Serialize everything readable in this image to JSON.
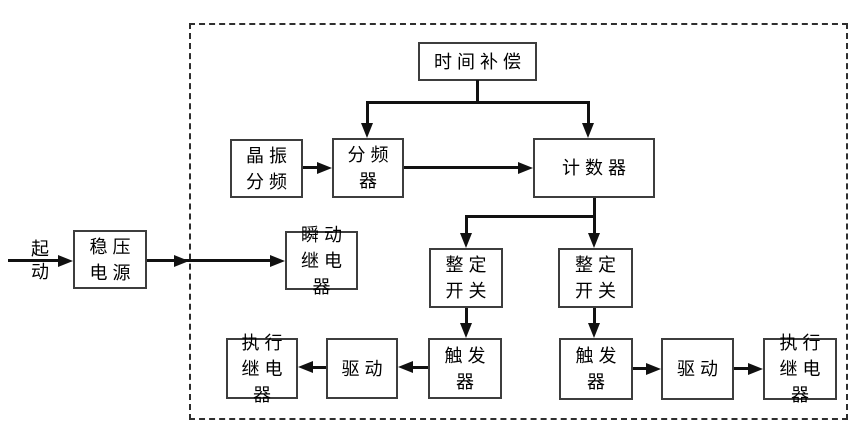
{
  "diagram": {
    "title_hint": "digital-time-relay-block-diagram",
    "colors": {
      "background": "#ffffff",
      "line": "#111111",
      "box_border": "#3d3d3d",
      "text": "#000000"
    },
    "start_label": "起\n动",
    "nodes": {
      "time_compensation": {
        "label": "时间补偿"
      },
      "crystal_divider": {
        "label": "晶振\n分频"
      },
      "frequency_divider": {
        "label": "分频器"
      },
      "counter": {
        "label": "计数器"
      },
      "regulated_power": {
        "label": "稳压\n电源"
      },
      "instant_relay": {
        "label": "瞬动\n继电器"
      },
      "setting_switch_left": {
        "label": "整定\n开关"
      },
      "setting_switch_right": {
        "label": "整定\n开关"
      },
      "trigger_left": {
        "label": "触发器"
      },
      "trigger_right": {
        "label": "触发器"
      },
      "drive_left": {
        "label": "驱动"
      },
      "drive_right": {
        "label": "驱动"
      },
      "exec_relay_left": {
        "label": "执行\n继电器"
      },
      "exec_relay_right": {
        "label": "执行\n继电器"
      }
    }
  }
}
